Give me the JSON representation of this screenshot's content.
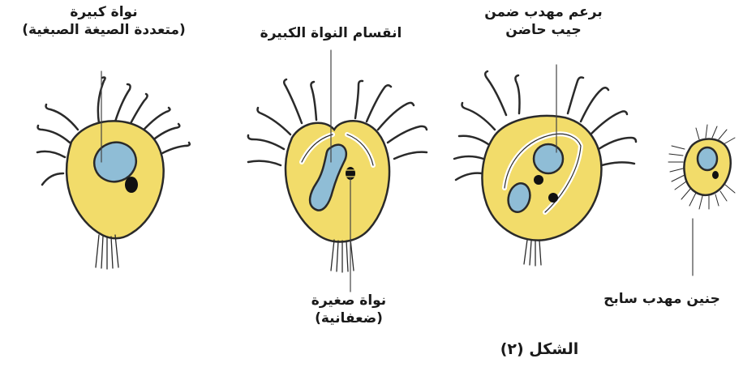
{
  "labels": {
    "macronucleus": {
      "line1": "نواة كبيرة",
      "line2": "(متعددة الصيغة الصبغية)"
    },
    "macronucleus_division": "انقسام النواة الكبيرة",
    "micronucleus": {
      "line1": "نواة صغيرة",
      "line2": "(ضعفانية)"
    },
    "bud": {
      "line1": "برعم مهدب ضمن",
      "line2": "جيب حاضن"
    },
    "swimming_embryo": "جنين مهدب سابح",
    "figure_caption": "الشكل (٢)"
  },
  "colors": {
    "cell_fill": "#f2dc6a",
    "cell_stroke": "#2a2a2a",
    "nucleus_fill": "#8fbdd6",
    "micronucleus_fill": "#111111",
    "text": "#1a1a1a"
  }
}
